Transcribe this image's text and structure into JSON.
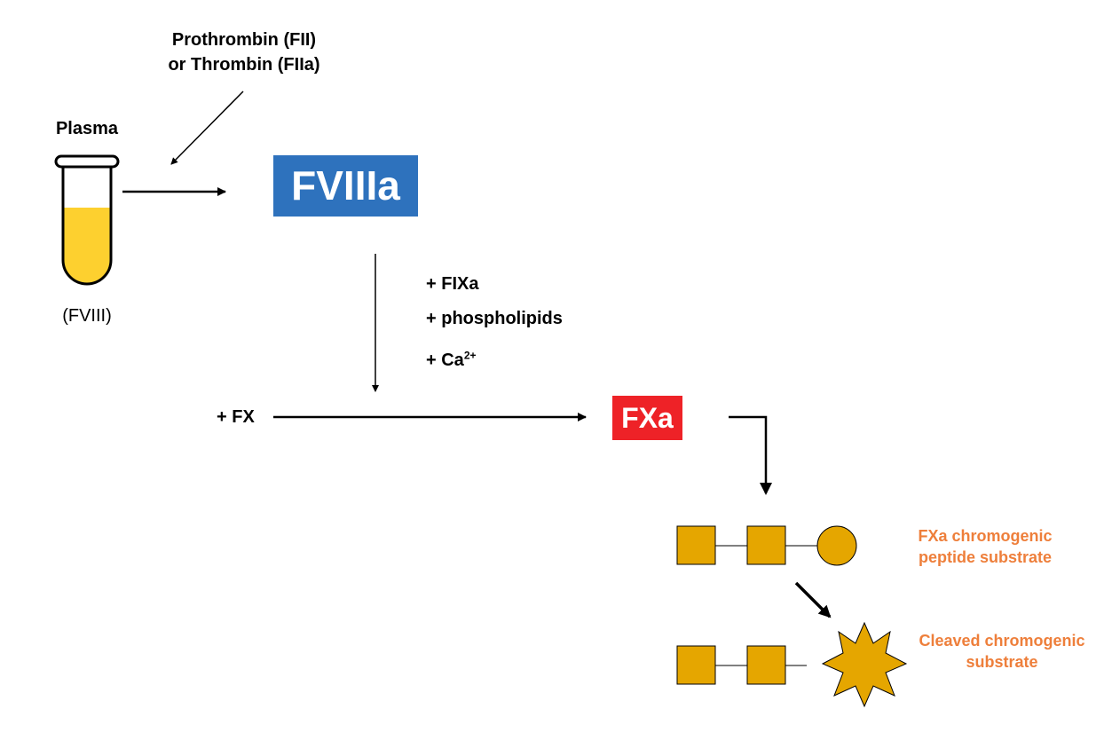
{
  "inputs": {
    "plasma_label": "Plasma",
    "plasma_contents": "(FVIII)",
    "activator_line1": "Prothrombin (FII)",
    "activator_line2": "or Thrombin (FIIa)"
  },
  "products": {
    "fviiia": "FVIIIa",
    "fxa": "FXa"
  },
  "cofactors": {
    "fixa": "+ FIXa",
    "phospholipids": "+ phospholipids",
    "calcium_base": "+ Ca",
    "calcium_charge": "2+"
  },
  "substrate_input": "+ FX",
  "substrates": {
    "intact_line1": "FXa chromogenic",
    "intact_line2": "peptide substrate",
    "cleaved_line1": "Cleaved chromogenic",
    "cleaved_line2": "substrate"
  },
  "colors": {
    "fviiia_box": "#2e72bd",
    "fxa_box": "#ee2227",
    "tube_fill": "#fdd02f",
    "substrate": "#e5a600",
    "substrate_label": "#ee7f3b"
  }
}
